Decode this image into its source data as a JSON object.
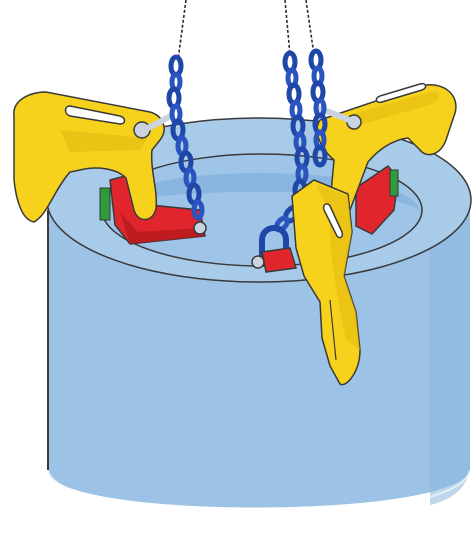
{
  "colors": {
    "background": "#ffffff",
    "cylinder_body": "#9cc3e6",
    "cylinder_top": "#a9cbea",
    "cylinder_shadow": "#8ab6df",
    "inner_wall": "#7fb0da",
    "outline": "#3a3a3a",
    "clamp_yellow": "#f7d21c",
    "clamp_yellow_shade": "#e3b90f",
    "jaw_red": "#e0262c",
    "jaw_red_shade": "#b51a1f",
    "chain_blue": "#1f47a8",
    "hook_blue": "#2a55c0",
    "pad_green": "#2f9b3a",
    "pin_grey": "#c9d4de",
    "rope_black": "#2b2b2b"
  },
  "objects": {
    "cylinder": "concrete-ring",
    "clamps": [
      "left-lifting-clamp",
      "right-lifting-clamp",
      "front-lifting-clamp"
    ],
    "chains": [
      "left-chain",
      "center-chain",
      "right-chain"
    ]
  }
}
